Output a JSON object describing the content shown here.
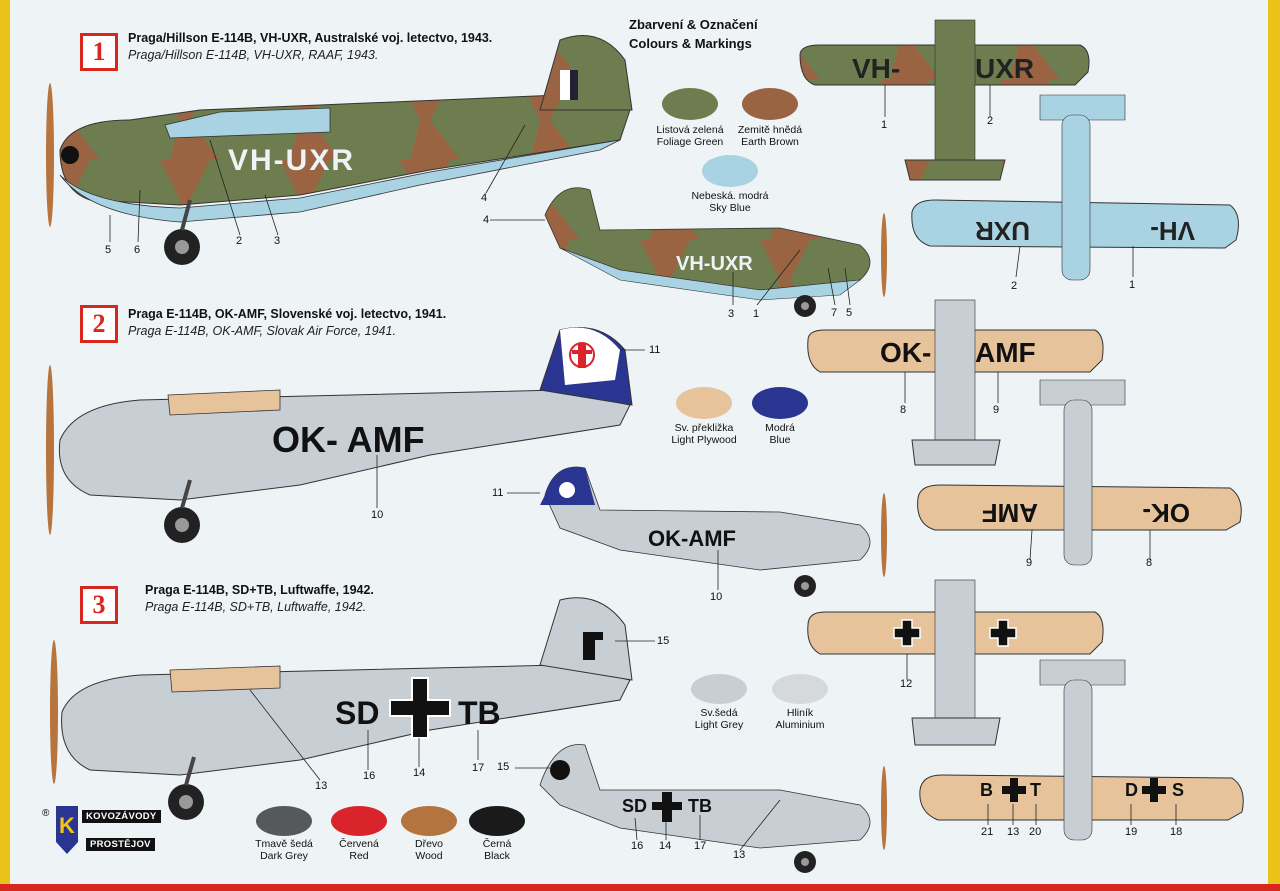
{
  "header": {
    "cz": "Zbarvení & Označení",
    "en": "Colours & Markings"
  },
  "schemes": [
    {
      "number": "1",
      "title": "Praga/Hillson E-114B, VH-UXR,  Australské voj. letectvo, 1943.",
      "subtitle": "Praga/Hillson E-114B, VH-UXR,  RAAF, 1943.",
      "registration": "VH-UXR",
      "reg_left": "VH-",
      "reg_right": "UXR"
    },
    {
      "number": "2",
      "title": "Praga E-114B, OK-AMF,  Slovenské voj. letectvo, 1941.",
      "subtitle": "Praga E-114B, OK-AMF,  Slovak Air Force, 1941.",
      "registration": "OK- AMF",
      "reg_left": "OK-",
      "reg_right": "AMF"
    },
    {
      "number": "3",
      "title": "Praga E-114B, SD+TB,  Luftwaffe, 1942.",
      "subtitle": "Praga E-114B, SD+TB,  Luftwaffe, 1942.",
      "reg_left": "SD",
      "reg_right": "TB"
    }
  ],
  "swatches": [
    {
      "cz": "Listová zelená",
      "en": "Foliage Green",
      "color": "#6e7d4f"
    },
    {
      "cz": "Zemitě hnědá",
      "en": "Earth Brown",
      "color": "#9a6443"
    },
    {
      "cz": "Nebeská. modrá",
      "en": "Sky Blue",
      "color": "#a9d3e2"
    },
    {
      "cz": "Sv. překližka",
      "en": "Light Plywood",
      "color": "#e6c39a"
    },
    {
      "cz": "Modrá",
      "en": "Blue",
      "color": "#2a3591"
    },
    {
      "cz": "Sv.šedá",
      "en": "Light Grey",
      "color": "#c7ced4"
    },
    {
      "cz": "Hliník",
      "en": "Aluminium",
      "color": "#d6d9dc"
    },
    {
      "cz": "Tmavě šedá",
      "en": "Dark Grey",
      "color": "#55595c"
    },
    {
      "cz": "Červená",
      "en": "Red",
      "color": "#d9242b"
    },
    {
      "cz": "Dřevo",
      "en": "Wood",
      "color": "#b3743f"
    },
    {
      "cz": "Černá",
      "en": "Black",
      "color": "#1a1a1a"
    }
  ],
  "logo": {
    "mark": "K",
    "line1": "KOVOZÁVODY",
    "line2": "PROSTĚJOV",
    "registered": "®"
  },
  "callouts": [
    "1",
    "2",
    "3",
    "4",
    "5",
    "6",
    "7",
    "8",
    "9",
    "10",
    "11",
    "12",
    "13",
    "14",
    "15",
    "16",
    "17",
    "18",
    "19",
    "20",
    "21"
  ]
}
